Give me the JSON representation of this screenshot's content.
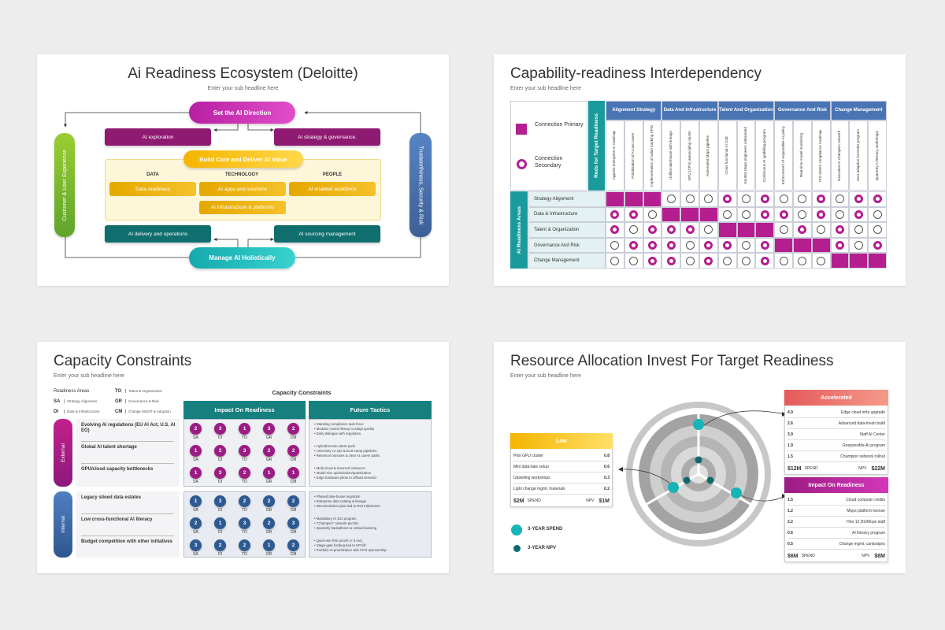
{
  "slide1": {
    "title": "Ai Readiness Ecosystem (Deloitte)",
    "subtitle": "Enter your sub headline here",
    "top_pill": "Set the AI Direction",
    "bottom_pill": "Manage AI Holistically",
    "left_side": "Customer & User Experience",
    "right_side": "Trustworthiness, Security & Risk",
    "ai_exploration": "AI exploration",
    "ai_strategy": "AI strategy & governance.",
    "core_pill": "Build Core and Deliver AI Value",
    "col_data": "DATA",
    "col_tech": "TECHNOLOGY",
    "col_people": "PEOPLE",
    "data_readiness": "Data readiness",
    "ai_apps": "AI apps and solutions",
    "ai_workforce": "AI enabled workforce",
    "ai_infra": "AI infrastructure & platforms",
    "ai_delivery": "AI delivery and operations",
    "ai_sourcing": "AI sourcing management"
  },
  "slide2": {
    "title": "Capability-readiness Interdependency",
    "subtitle": "Enter your sub headline here",
    "legend_primary": "Connection Primary",
    "legend_secondary": "Connection Secondary",
    "row_axis": "AI Readiness Areas",
    "col_axis": "Reds for Target Readiness",
    "groups": [
      "Alignment Strategy",
      "Data And Infrastructure",
      "Talent And Organization",
      "Governance And Risk",
      "Change Management"
    ],
    "columns": [
      "Appoint enterprise AI roadmap",
      "Prioritization of AI use cases",
      "Implementation of value tracking KPIS",
      "Unified lakehouse with lineage",
      "GPU (CPU) autoscaling cluster",
      "Automated Mops pipeline",
      "Cross functional AI CoE",
      "GenBot Mops engineers onboarded",
      "Continuous AI upskilling program",
      "Enforcement of responsible AI policy",
      "Real-time model monitoring",
      "ISO 42001 compliance roadmap",
      "Executive AI champion network",
      "User adoption incentive program",
      "Quarterly AI literacy workshops"
    ],
    "rows": [
      {
        "label": "Strategy Alignment",
        "cells": [
          "F",
          "F",
          "F",
          "S",
          "S",
          "S",
          "P",
          "S",
          "P",
          "S",
          "S",
          "P",
          "S",
          "P",
          "P"
        ]
      },
      {
        "label": "Data & Infrastructure",
        "cells": [
          "P",
          "P",
          "S",
          "F",
          "F",
          "F",
          "S",
          "S",
          "P",
          "P",
          "S",
          "P",
          "S",
          "P",
          "S"
        ]
      },
      {
        "label": "Talent & Organization",
        "cells": [
          "P",
          "S",
          "P",
          "P",
          "P",
          "S",
          "F",
          "F",
          "F",
          "S",
          "P",
          "S",
          "P",
          "S",
          "S"
        ]
      },
      {
        "label": "Governance And Risk",
        "cells": [
          "S",
          "P",
          "P",
          "P",
          "S",
          "P",
          "P",
          "S",
          "P",
          "F",
          "F",
          "F",
          "P",
          "S",
          "P"
        ]
      },
      {
        "label": "Change Management",
        "cells": [
          "S",
          "S",
          "P",
          "P",
          "S",
          "P",
          "S",
          "S",
          "P",
          "S",
          "S",
          "S",
          "F",
          "F",
          "F"
        ]
      }
    ],
    "colors": {
      "primary": "#b41e8e",
      "header": "#4a75b5",
      "teal": "#1a9a9b"
    }
  },
  "slide3": {
    "title": "Capacity Constraints",
    "subtitle": "Enter your sub headline here",
    "legend_title": "Readiness Areas",
    "legend": [
      {
        "code": "SA",
        "name": "Strategy Alignment"
      },
      {
        "code": "TO",
        "name": "Talent & Organization"
      },
      {
        "code": "DI",
        "name": "Data & Infrastructure"
      },
      {
        "code": "GR",
        "name": "Governance & Risk"
      },
      {
        "code": "CM",
        "name": "Change MGMT & Adoption"
      }
    ],
    "section_title": "Capacity Constraints",
    "impact_header": "Impact On Readiness",
    "tactics_header": "Future Tactics",
    "external_label": "External",
    "internal_label": "Internal",
    "dot_labels": [
      "SA",
      "DI",
      "TO",
      "GR",
      "CM"
    ],
    "external_rows": [
      {
        "name": "Evolving AI regulations (EU AI Act, U.S. AI EO)",
        "values": [
          "2",
          "3",
          "1",
          "3",
          "2"
        ],
        "tactics": [
          "Standing compliance task-force",
          "Modular control library to adapt quickly",
          "Early dialogue with regulators"
        ]
      },
      {
        "name": "Global AI talent shortage",
        "values": [
          "1",
          "2",
          "3",
          "2",
          "2"
        ],
        "tactics": [
          "Hybrid/remote talent pods",
          "University co-ops & boot-camp pipelines",
          "Retention bonuses & clear AI career paths"
        ]
      },
      {
        "name": "GPU/cloud capacity bottlenecks",
        "values": [
          "1",
          "3",
          "2",
          "1",
          "1"
        ],
        "tactics": [
          "Multi-cloud & reserved instances",
          "Model-size optimization/quantization",
          "Edge hardware pilots to offload demand"
        ]
      }
    ],
    "internal_rows": [
      {
        "name": "Legacy siloed data estates",
        "values": [
          "1",
          "3",
          "2",
          "2",
          "2"
        ],
        "tactics": [
          "Phased lake-house migration",
          "Enterprise data catalog & lineage",
          "Decommission plan tied to ROI milestones"
        ]
      },
      {
        "name": "Low cross-functional AI literacy",
        "values": [
          "2",
          "1",
          "3",
          "2",
          "3"
        ],
        "tactics": [
          "Mandatory AI 101 program",
          "\"Champion\" network per BU",
          "Quarterly hackathons to embed learning"
        ]
      },
      {
        "name": "Budget competition with other initiatives",
        "values": [
          "3",
          "2",
          "2",
          "1",
          "2"
        ],
        "tactics": [
          "Quick-win ROI proofs (< 6 mo)",
          "Stage-gate funding tied to KPI lift",
          "Portfolio re-prioritization with CFO sponsorship"
        ]
      }
    ]
  },
  "slide4": {
    "title": "Resource Allocation Invest For Target Readiness",
    "subtitle": "Enter your sub headline here",
    "low": {
      "header": "Low",
      "rows": [
        [
          "Pilot GPU cluster",
          "0.8"
        ],
        [
          "Mini data-lake setup",
          "0.6"
        ],
        [
          "Upskilling workshops",
          "0.3"
        ],
        [
          "Light change mgmt. materials",
          "0.2"
        ]
      ],
      "spend": "$2M",
      "spend_label": "SPEND",
      "npv_label": "NPV",
      "npv": "$1M"
    },
    "accelerated": {
      "header": "Accelerated",
      "rows": [
        [
          "4.9",
          "Edge cloud infra upgrade"
        ],
        [
          "2.6",
          "Advanced data-mesh build"
        ],
        [
          "3.9",
          "Staff AI Center"
        ],
        [
          "1.9",
          "Responsible-AI program"
        ],
        [
          "1.5",
          "Champion network rollout"
        ]
      ],
      "spend": "$12M",
      "spend_label": "SPEND",
      "npv_label": "NPV",
      "npv": "$22M"
    },
    "impact": {
      "header": "Impact On Readiness",
      "rows": [
        [
          "1.5",
          "Cloud compute credits"
        ],
        [
          "1.2",
          "Mops platform license"
        ],
        [
          "2.2",
          "Hire 12 DS/Mops staff"
        ],
        [
          "0.6",
          "AI literacy program"
        ],
        [
          "0.5",
          "Change mgmt. campaigns"
        ]
      ],
      "spend": "$6M",
      "spend_label": "SPEND",
      "npv_label": "NPV",
      "npv": "$8M"
    },
    "legend_spend": "3-YEAR SPEND",
    "legend_npv": "3-YEAR NPV"
  }
}
